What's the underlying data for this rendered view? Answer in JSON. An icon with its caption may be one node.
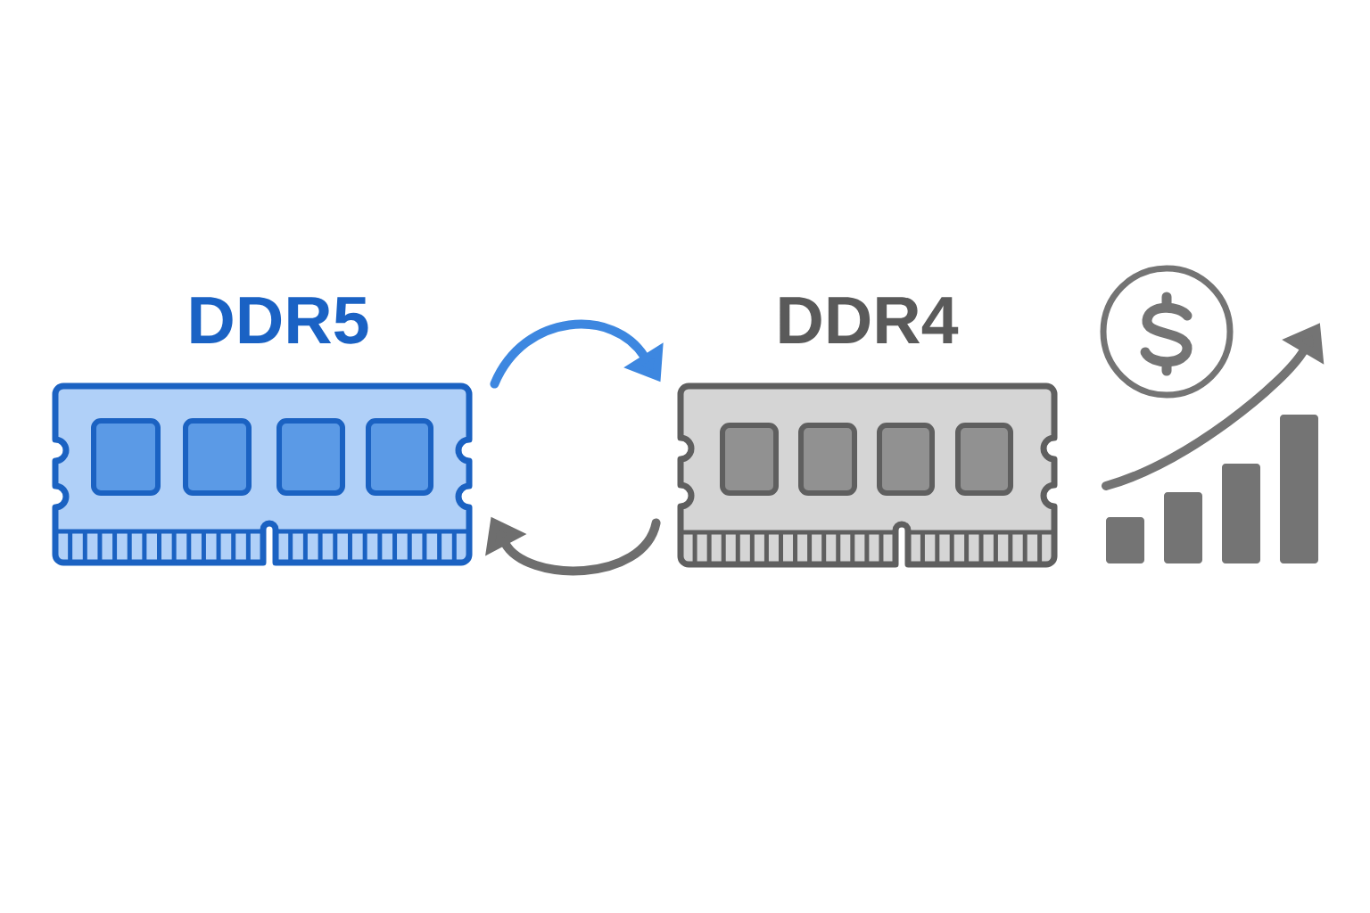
{
  "diagram": {
    "nodes": [
      {
        "text": [
          "DDR5"
        ]
      },
      {
        "text": [
          "DDR4"
        ]
      }
    ],
    "edges": [
      {
        "from": 0,
        "to": 1,
        "arrow": "to",
        "color": "#3d87e0"
      },
      {
        "from": 1,
        "to": 0,
        "arrow": "to",
        "color": "#6e6e6e"
      }
    ]
  }
}
